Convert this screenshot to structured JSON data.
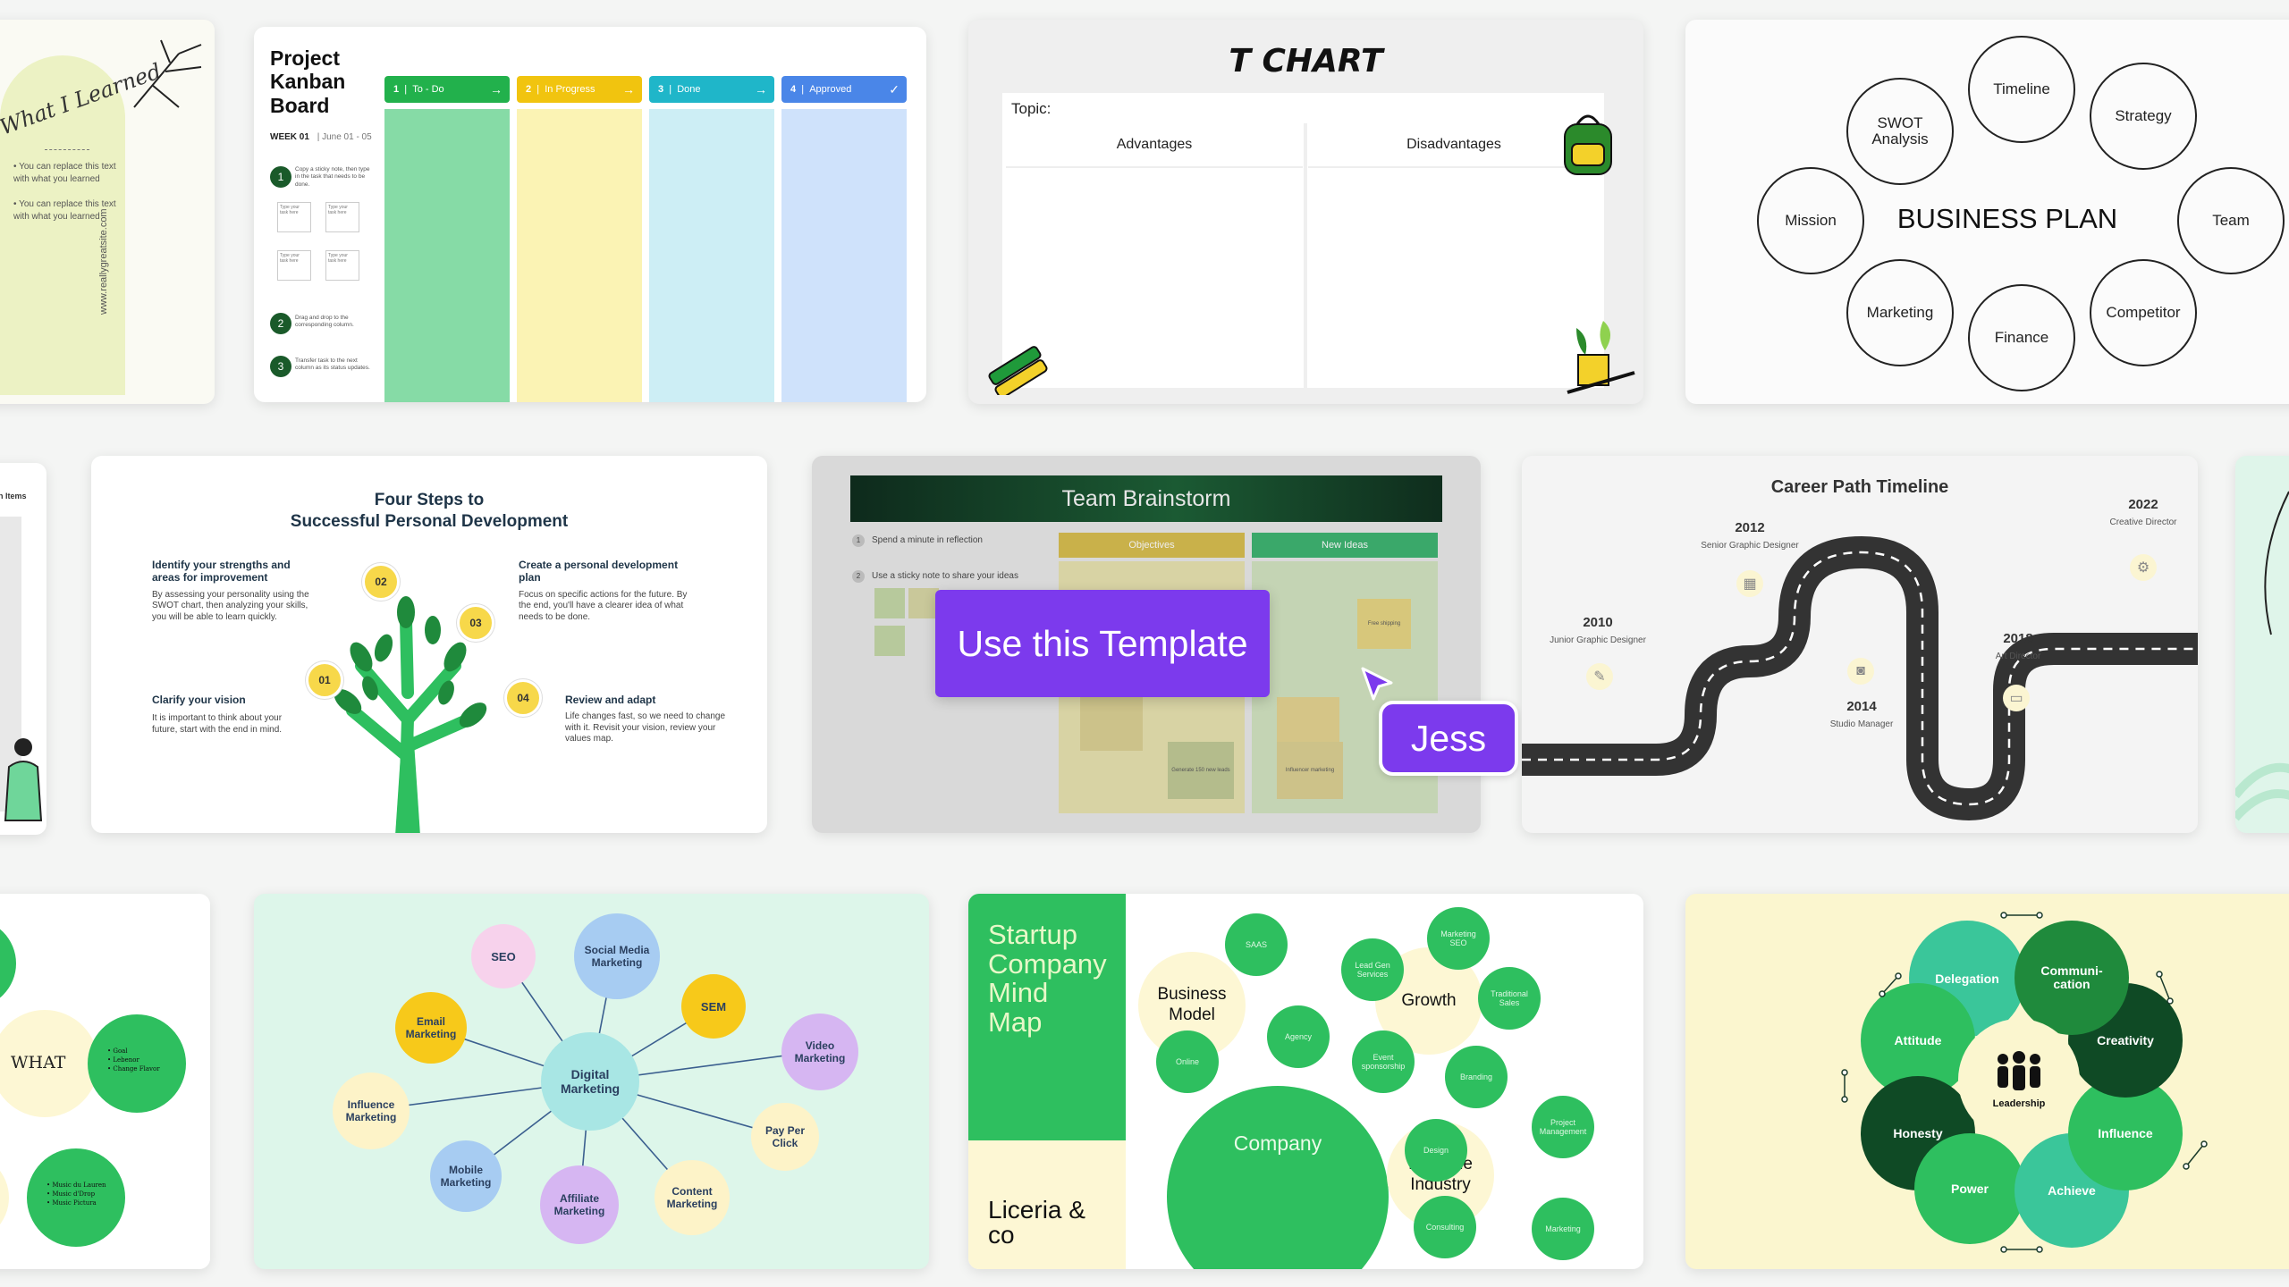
{
  "card_learned": {
    "title": "What I Learned",
    "bullets": [
      "You can replace this text with what you learned",
      "You can replace this text with what you learned"
    ],
    "website": "www.reallygreatsite.com"
  },
  "kanban": {
    "title_lines": [
      "Project",
      "Kanban",
      "Board"
    ],
    "week": "WEEK 01",
    "dates": "June 01 - 05",
    "columns": [
      {
        "num": "1",
        "label": "To - Do",
        "color": "#22b14c",
        "fill": "#86dba6"
      },
      {
        "num": "2",
        "label": "In Progress",
        "color": "#f1c40f",
        "fill": "#fbf3b4"
      },
      {
        "num": "3",
        "label": "Done",
        "color": "#1fb6c9",
        "fill": "#cdeef5"
      },
      {
        "num": "4",
        "label": "Approved",
        "color": "#4a86e8",
        "fill": "#cfe2fb"
      }
    ],
    "steps": [
      {
        "num": "1",
        "text": "Copy a sticky note, then type in the task that needs to be done."
      },
      {
        "num": "2",
        "text": "Drag and drop to the corresponding column."
      },
      {
        "num": "3",
        "text": "Transfer task to the next column as its status updates."
      }
    ],
    "sticky_text": "Type your task here"
  },
  "tchart": {
    "title": "T CHART",
    "topic": "Topic:",
    "col1": "Advantages",
    "col2": "Disadvantages"
  },
  "business": {
    "title": "BUSINESS PLAN",
    "nodes": [
      "SWOT Analysis",
      "Timeline",
      "Strategy",
      "Mission",
      "Team",
      "Marketing",
      "Finance",
      "Competitor"
    ]
  },
  "left_edge_label": "n Items",
  "steps_card": {
    "title": "Four Steps to",
    "title2": "Successful Personal Development",
    "s1_title": "Identify your strengths and areas for improvement",
    "s1_text": "By assessing your personality using the SWOT chart, then analyzing your skills, you will be able to learn quickly.",
    "s2_title": "Create a personal development plan",
    "s2_text": "Focus on specific actions for the future. By the end, you'll have a clearer idea of what needs to be done.",
    "s3_title": "Clarify your vision",
    "s3_text": "It is important to think about your future, start with the end in mind.",
    "s4_title": "Review and adapt",
    "s4_text": "Life changes fast, so we need to change with it. Revisit your vision, review your values map.",
    "n1": "01",
    "n2": "02",
    "n3": "03",
    "n4": "04"
  },
  "brainstorm": {
    "title": "Team Brainstorm",
    "step1": "Spend a minute in reflection",
    "step2": "Use a sticky note to share your ideas",
    "col1": "Objectives",
    "col2": "New Ideas",
    "note1": "Free shipping",
    "note2": "Generate 150 new leads",
    "note3": "Influencer marketing",
    "cta": "Use this Template",
    "user": "Jess"
  },
  "career": {
    "title": "Career Path Timeline",
    "milestones": [
      {
        "year": "2010",
        "role": "Junior Graphic Designer"
      },
      {
        "year": "2012",
        "role": "Senior Graphic Designer"
      },
      {
        "year": "2014",
        "role": "Studio Manager"
      },
      {
        "year": "2018",
        "role": "Art Director"
      },
      {
        "year": "2022",
        "role": "Creative Director"
      }
    ]
  },
  "what_card": {
    "word": "WHAT",
    "list1": [
      "Goal",
      "Lebenor",
      "Change Flavor"
    ],
    "list2": [
      "Music du Lauren",
      "Music d'Drop",
      "Music Pictura"
    ]
  },
  "marketing": {
    "center": "Digital Marketing",
    "nodes": [
      "SEO",
      "Social Media Marketing",
      "SEM",
      "Email Marketing",
      "Video Marketing",
      "Influence Marketing",
      "Pay Per Click",
      "Mobile Marketing",
      "Affiliate Marketing",
      "Content Marketing"
    ]
  },
  "startup": {
    "title_lines": [
      "Startup",
      "Company",
      "Mind",
      "Map"
    ],
    "brand_lines": [
      "Liceria &",
      "co"
    ],
    "big_nodes": [
      "Business Model",
      "Growth",
      "Company",
      "Possible Industry"
    ],
    "small_nodes": [
      "SAAS",
      "Agency",
      "Online",
      "Lead Gen Services",
      "Marketing SEO",
      "Traditional Sales",
      "Event sponsorship",
      "Branding",
      "Project Management",
      "Design",
      "Consulting",
      "Marketing"
    ]
  },
  "leadership": {
    "center": "Leadership",
    "nodes": [
      "Delegation",
      "Communi-cation",
      "Attitude",
      "Creativity",
      "Honesty",
      "Influence",
      "Power",
      "Achieve"
    ]
  }
}
